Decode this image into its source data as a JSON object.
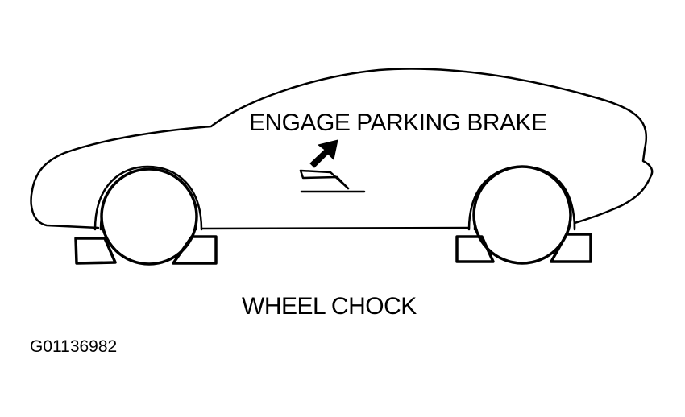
{
  "diagram": {
    "labels": {
      "engage_parking_brake": "ENGAGE PARKING BRAKE",
      "wheel_chock": "WHEEL CHOCK",
      "figure_id": "G01136982"
    },
    "icons": {
      "vehicle": "car-side-outline-icon",
      "brake_lever": "parking-brake-lever-icon",
      "arrow": "up-arrow-icon",
      "chock": "wheel-chock-icon"
    },
    "colors": {
      "ink": "#000000",
      "background": "#ffffff"
    }
  }
}
